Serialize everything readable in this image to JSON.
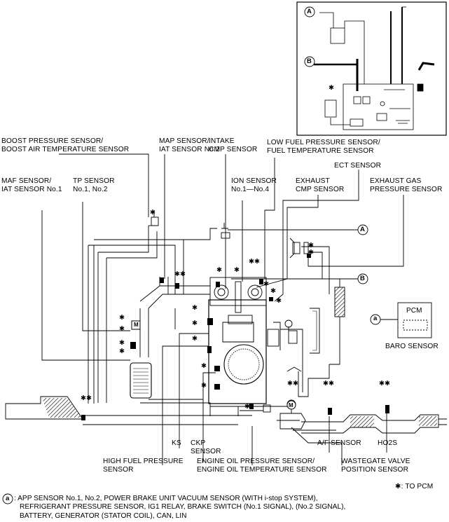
{
  "callouts": {
    "a": "A",
    "b": "B",
    "pcm_a": "a",
    "foot_a": "a"
  },
  "labels": {
    "boost": [
      "BOOST PRESSURE SENSOR/",
      "BOOST AIR TEMPERATURE SENSOR"
    ],
    "map": [
      "MAP SENSOR/",
      "IAT SENSOR No.2"
    ],
    "intake_cmp": [
      "INTAKE",
      "CMP SENSOR"
    ],
    "low_fuel": [
      "LOW FUEL PRESSURE SENSOR/",
      "FUEL TEMPERATURE SENSOR"
    ],
    "ect": "ECT SENSOR",
    "maf": [
      "MAF SENSOR/",
      "IAT SENSOR No.1"
    ],
    "tp": [
      "TP SENSOR",
      "No.1, No.2"
    ],
    "ion": [
      "ION SENSOR",
      "No.1—No.4"
    ],
    "exhaust_cmp": [
      "EXHAUST",
      "CMP SENSOR"
    ],
    "exhaust_gas": [
      "EXHAUST GAS",
      "PRESSURE SENSOR"
    ],
    "pcm": "PCM",
    "baro": "BARO SENSOR",
    "ks": "KS",
    "ckp": [
      "CKP",
      "SENSOR"
    ],
    "af": "A/F SENSOR",
    "ho2s": "HO2S",
    "high_fuel": [
      "HIGH FUEL PRESSURE",
      "SENSOR"
    ],
    "oil": [
      "ENGINE OIL PRESSURE SENSOR/",
      "ENGINE OIL TEMPERATURE SENSOR"
    ],
    "wastegate": [
      "WASTEGATE VALVE",
      "POSITION SENSOR"
    ],
    "to_pcm": "✱: TO PCM",
    "star": "✱",
    "star2": "✱✱",
    "motor": "M"
  },
  "footnote": {
    "lines": [
      ": APP SENSOR No.1, No.2, POWER BRAKE UNIT VACUUM SENSOR (WITH i-stop SYSTEM),",
      "REFRIGERANT PRESSURE SENSOR, IG1 RELAY, BRAKE SWITCH (No.1 SIGNAL), (No.2 SIGNAL),",
      "BATTERY, GENERATOR (STATOR COIL), CAN, LIN"
    ]
  }
}
